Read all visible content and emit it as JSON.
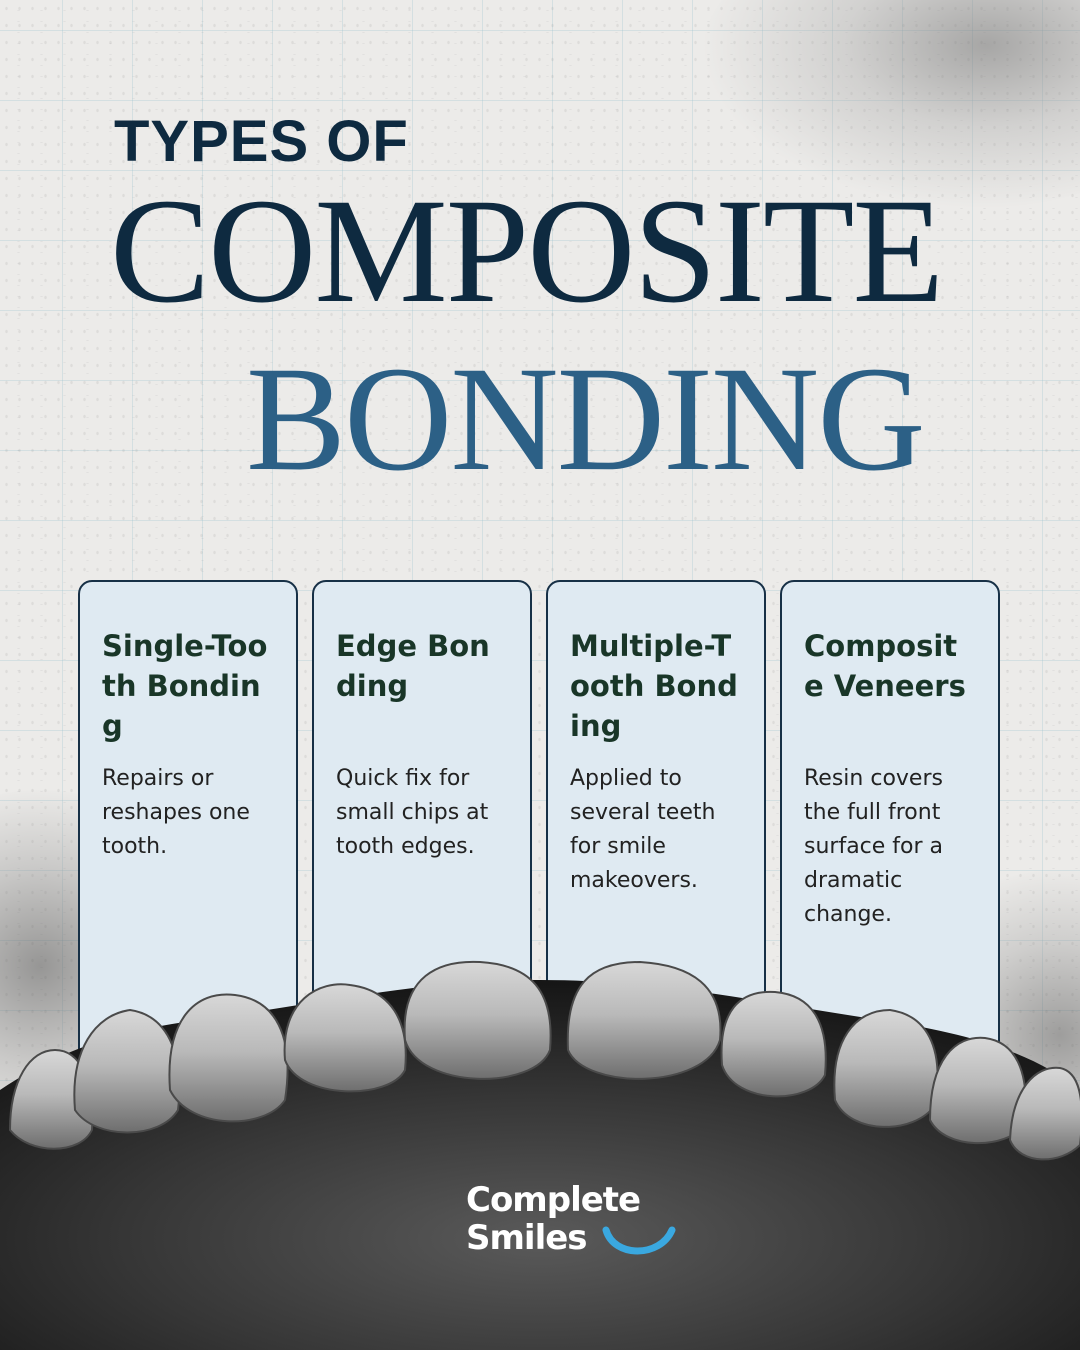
{
  "header": {
    "line1": "TYPES OF",
    "line2": "COMPOSITE",
    "line3": "BONDING"
  },
  "cards": [
    {
      "title": "Single-Tooth Bonding",
      "description": "Repairs or reshapes one tooth."
    },
    {
      "title": "Edge Bonding",
      "description": "Quick fix for small chips at tooth edges."
    },
    {
      "title": "Multiple-Tooth Bonding",
      "description": "Applied to several teeth for smile makeovers."
    },
    {
      "title": "Composite Veneers",
      "description": "Resin covers the full front surface for a dramatic change."
    }
  ],
  "brand": {
    "line1": "Complete",
    "line2": "Smiles",
    "accent_color": "#3aa8e0"
  },
  "colors": {
    "navy": "#0e2a40",
    "blue": "#2c6086",
    "card_bg": "#dfeaf2",
    "card_border": "#173046",
    "card_title": "#193628"
  }
}
